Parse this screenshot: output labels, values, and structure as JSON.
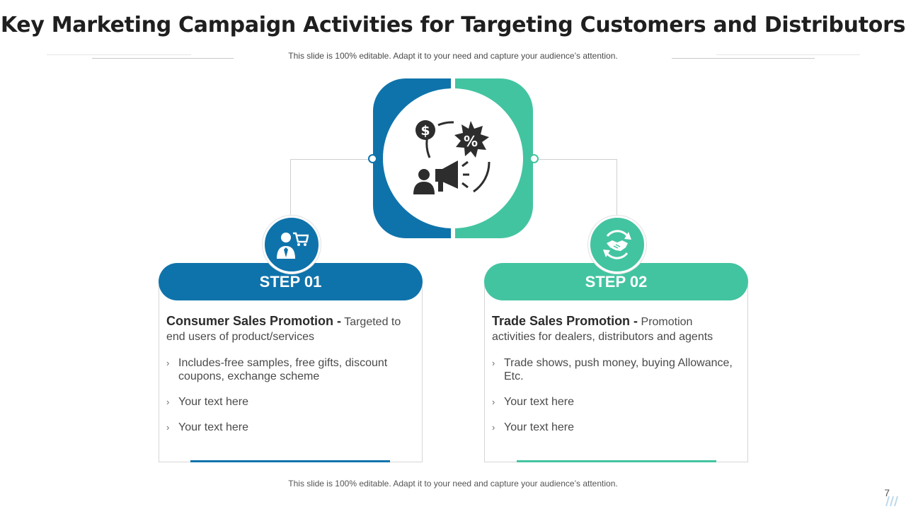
{
  "slide": {
    "title": "Key Marketing Campaign Activities for Targeting Customers and Distributors",
    "subtitle": "This slide is 100% editable. Adapt it to your need and capture your audience’s attention.",
    "footer": "This slide is 100% editable. Adapt it to your need and capture your audience’s attention.",
    "page_number": "7"
  },
  "colors": {
    "blue": "#0f73ab",
    "teal": "#43c4a1"
  },
  "hub": {
    "icon": "marketing-campaign-icon"
  },
  "steps": [
    {
      "label": "STEP 01",
      "icon": "buyer-cart-icon",
      "heading": "Consumer Sales Promotion -",
      "description": "Targeted to end users of product/services",
      "bullets": [
        "Includes-free  samples, free gifts, discount coupons, exchange scheme",
        "Your text here",
        "Your text here"
      ]
    },
    {
      "label": "STEP 02",
      "icon": "handshake-icon",
      "heading": "Trade Sales Promotion -",
      "description": "Promotion activities for dealers, distributors and agents",
      "bullets": [
        "Trade shows, push money, buying Allowance, Etc.",
        "Your text here",
        "Your text here"
      ]
    }
  ]
}
